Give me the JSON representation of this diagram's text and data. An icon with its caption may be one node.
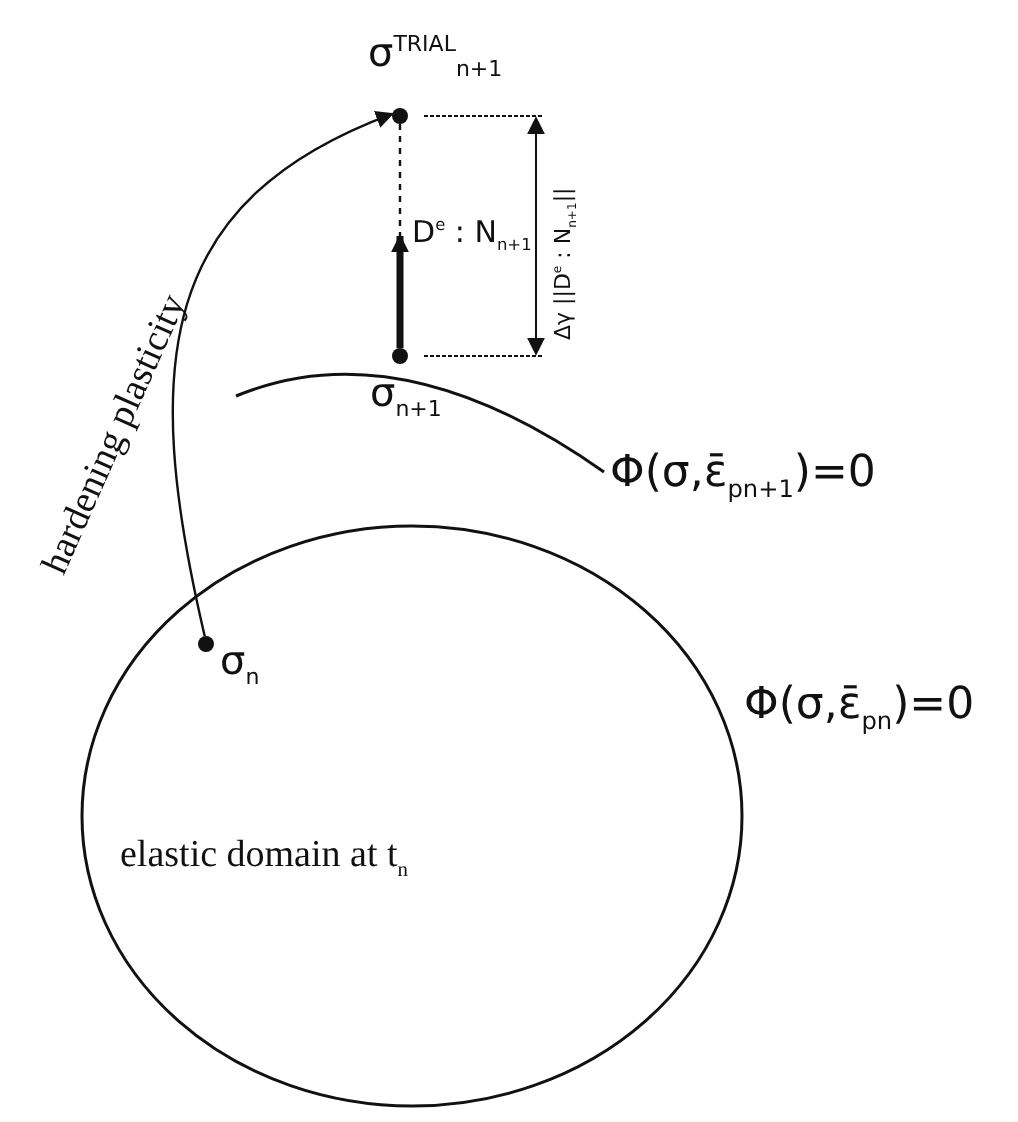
{
  "diagram": {
    "nodes": [
      {
        "text": [
          "elastic domain at t$_{n}$"
        ],
        "beside": [
          "Φ(σ,ε̄$_{pn}$)=0"
        ]
      },
      {
        "text": [],
        "shape": "curve",
        "beside": [
          "Φ(σ,ε̄$_{pn+1}$)=0"
        ]
      },
      {
        "text": [],
        "shape": "dot",
        "beside": [
          "σ$_{n}$"
        ],
        "in": 0
      },
      {
        "text": [],
        "shape": "dot",
        "beside": [
          "σ$^{TRIAL}$$_{n+1}$"
        ]
      },
      {
        "text": [],
        "shape": "dot",
        "beside": [
          "σ$_{n+1}$"
        ]
      }
    ],
    "edges": [
      {
        "from": 2,
        "to": 3,
        "arrow": "to",
        "label": "hardening plasticity"
      },
      {
        "from": 4,
        "to": null,
        "arrow": "to",
        "style": "thick",
        "label": "D$^{e}$ : N$_{n+1}$"
      },
      {
        "from": 3,
        "to": null,
        "arrow": "none",
        "style": "dashed"
      }
    ],
    "labels": [
      "Δγ ||D$^{e}$ : N$_{n+1}$||"
    ]
  }
}
